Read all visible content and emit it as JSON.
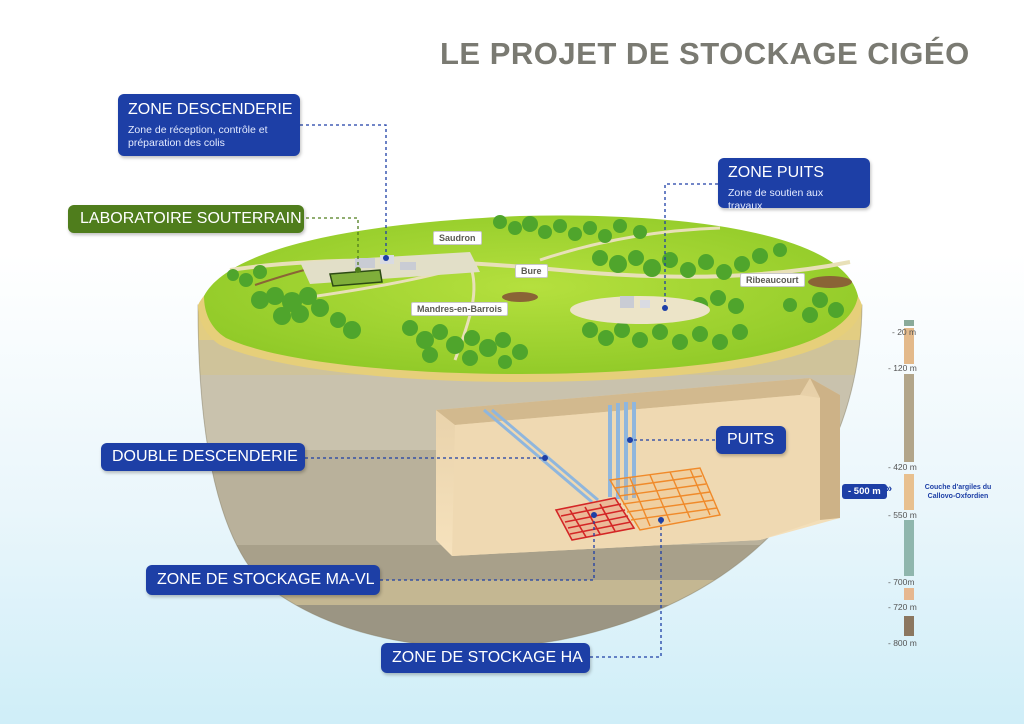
{
  "title": "LE PROJET DE STOCKAGE CIGÉO",
  "callouts": {
    "zone_descenderie": {
      "title": "ZONE DESCENDERIE",
      "subtitle": "Zone de réception, contrôle et préparation des colis"
    },
    "laboratoire": {
      "title": "LABORATOIRE SOUTERRAIN"
    },
    "zone_puits": {
      "title": "ZONE PUITS",
      "subtitle": "Zone de soutien aux travaux"
    },
    "puits": {
      "title": "PUITS"
    },
    "double_descenderie": {
      "title": "DOUBLE DESCENDERIE"
    },
    "stockage_mavl": {
      "title": "ZONE DE STOCKAGE MA-VL"
    },
    "stockage_ha": {
      "title": "ZONE DE STOCKAGE HA"
    }
  },
  "places": {
    "saudron": "Saudron",
    "bure": "Bure",
    "ribeaucourt": "Ribeaucourt",
    "mandres": "Mandres-en-Barrois"
  },
  "depth_scale": {
    "ticks": [
      "- 20 m",
      "- 120 m",
      "- 420 m",
      "- 550 m",
      "- 700m",
      "- 720 m",
      "- 800 m"
    ],
    "highlight": "- 500 m",
    "highlight_arrow": "»",
    "layer_note": "Couche d'argiles du Callovo-Oxfordien"
  },
  "colors": {
    "callout_blue": "#1d3fa6",
    "callout_green": "#4f7d1c",
    "grass": "#9fd431",
    "sand": "#ead38a",
    "clay": "#c9b488",
    "mavl_zone": "#d42626",
    "ha_zone": "#f08a2a"
  }
}
